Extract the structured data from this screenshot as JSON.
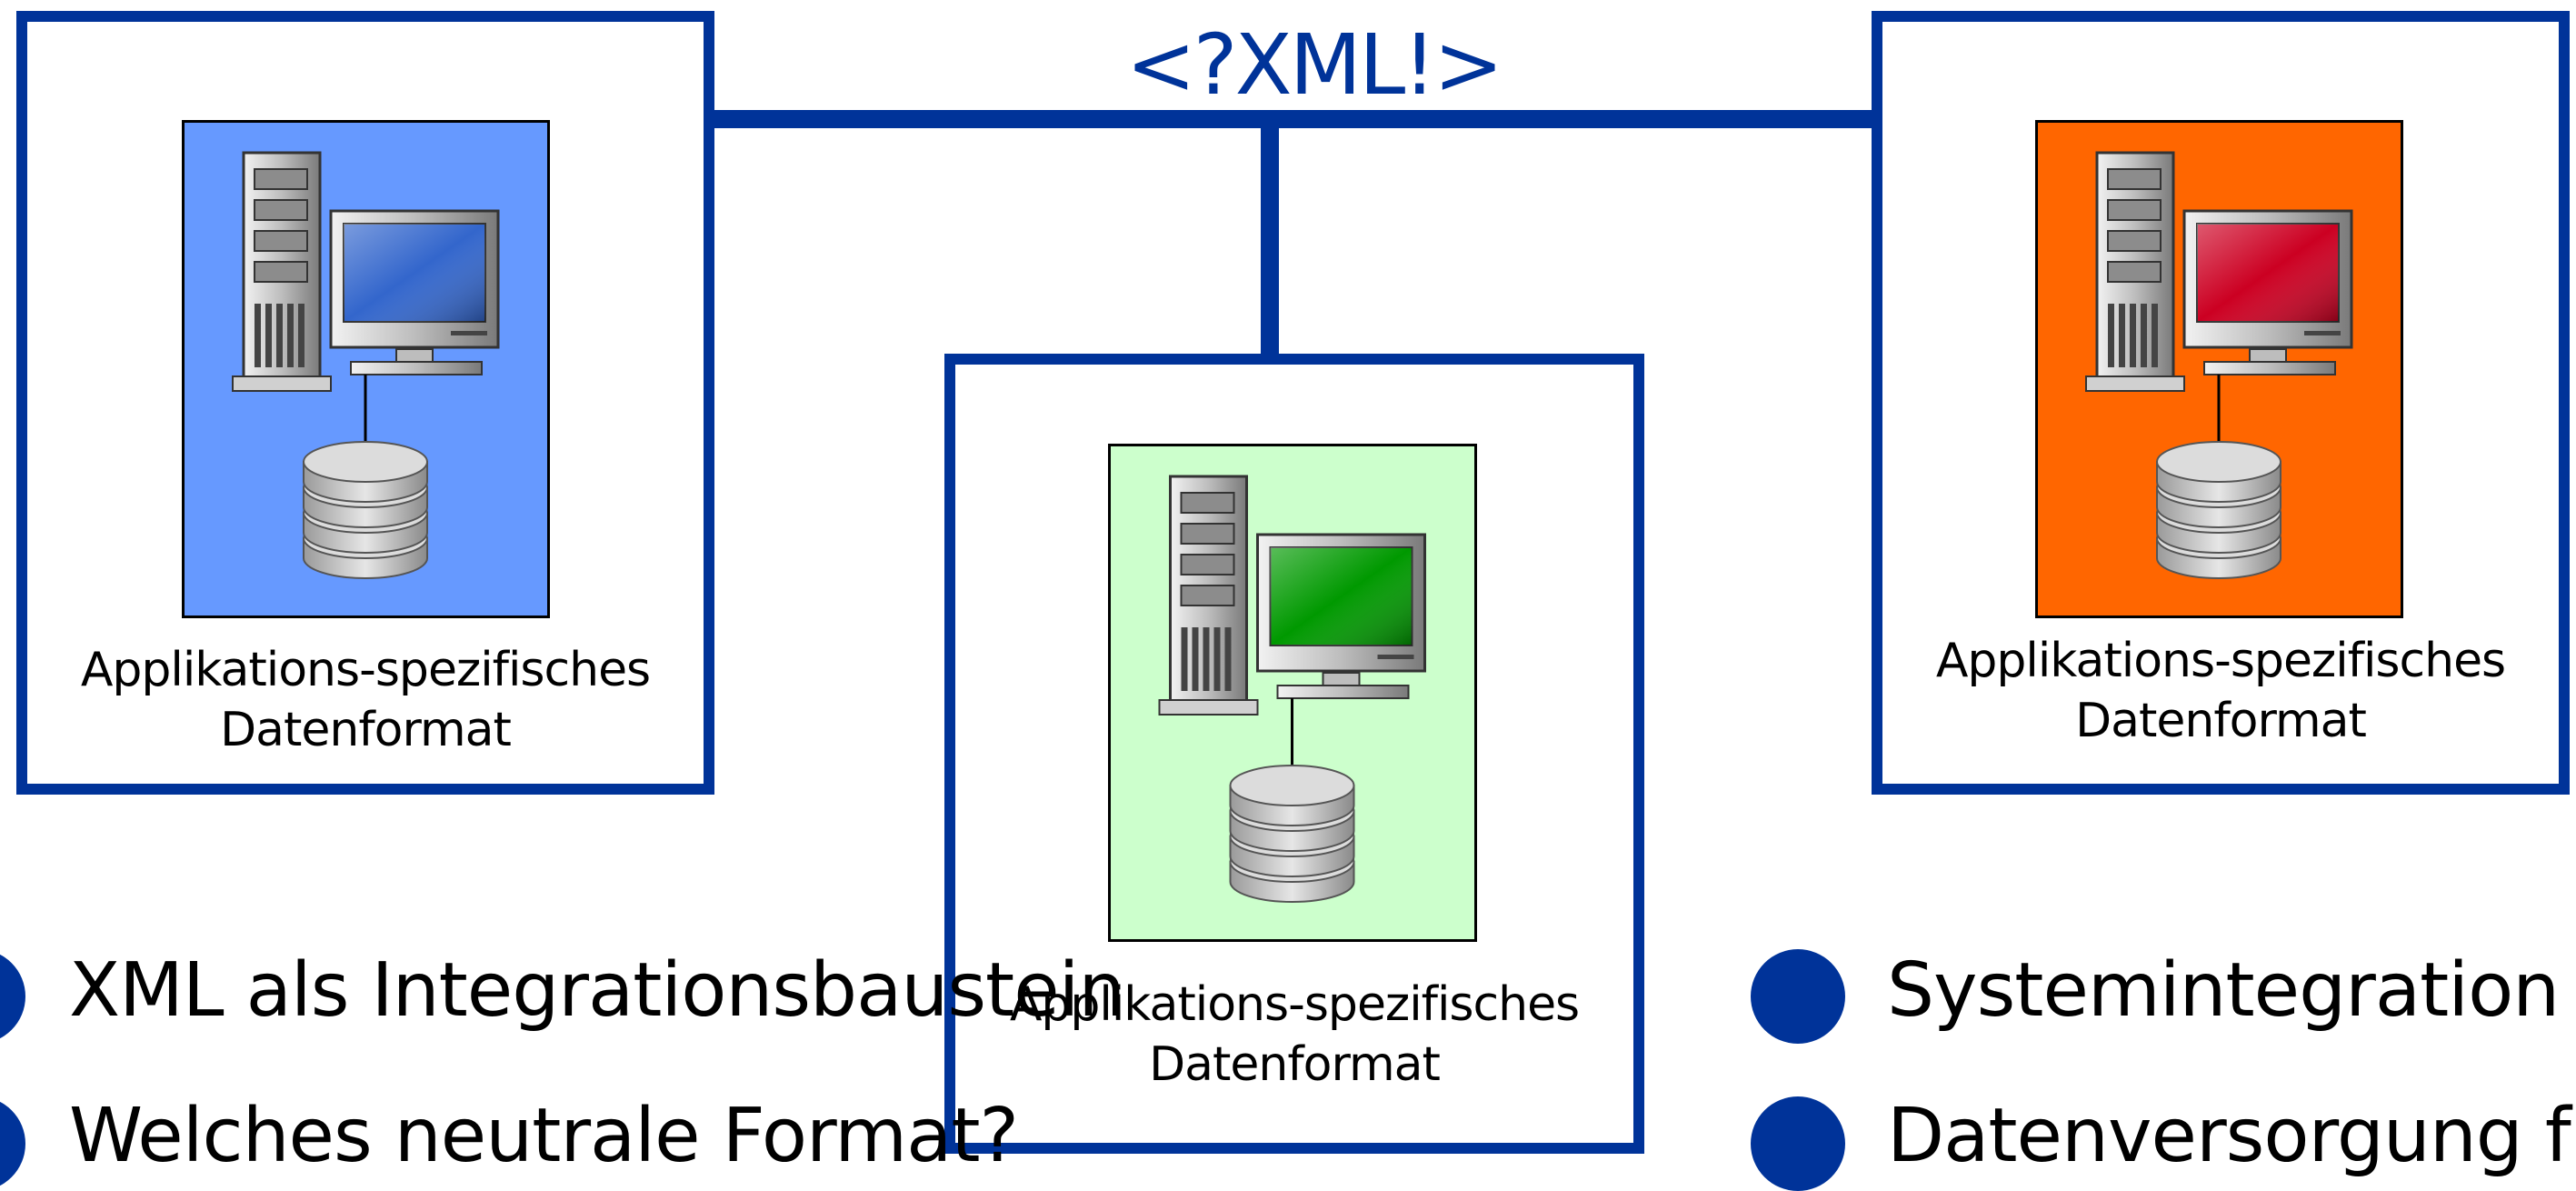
{
  "connector": {
    "label": "<?XML!>"
  },
  "colors": {
    "frame": "#003399",
    "panel_left": "#6699ff",
    "panel_center": "#ccffcc",
    "panel_right": "#ff6600",
    "screen_left": "#3366cc",
    "screen_center": "#009900",
    "screen_right": "#cc0022"
  },
  "applications": [
    {
      "position": "left",
      "caption_line1": "Applikations-spezifisches",
      "caption_line2": "Datenformat",
      "panel_color": "#6699ff",
      "screen_color": "#3366cc",
      "icons": [
        "server-tower-icon",
        "monitor-icon",
        "database-icon"
      ]
    },
    {
      "position": "center",
      "caption_line1": "Applikations-spezifisches",
      "caption_line2": "Datenformat",
      "panel_color": "#ccffcc",
      "screen_color": "#009900",
      "icons": [
        "server-tower-icon",
        "monitor-icon",
        "database-icon"
      ]
    },
    {
      "position": "right",
      "caption_line1": "Applikations-spezifisches",
      "caption_line2": "Datenformat",
      "panel_color": "#ff6600",
      "screen_color": "#cc0022",
      "icons": [
        "server-tower-icon",
        "monitor-icon",
        "database-icon"
      ]
    }
  ],
  "bullets_left": [
    {
      "text": "XML als Integrationsbaustein"
    },
    {
      "text": "Welches neutrale Format?"
    }
  ],
  "bullets_right": [
    {
      "text": "Systemintegration"
    },
    {
      "text": "Datenversorgung für"
    }
  ]
}
